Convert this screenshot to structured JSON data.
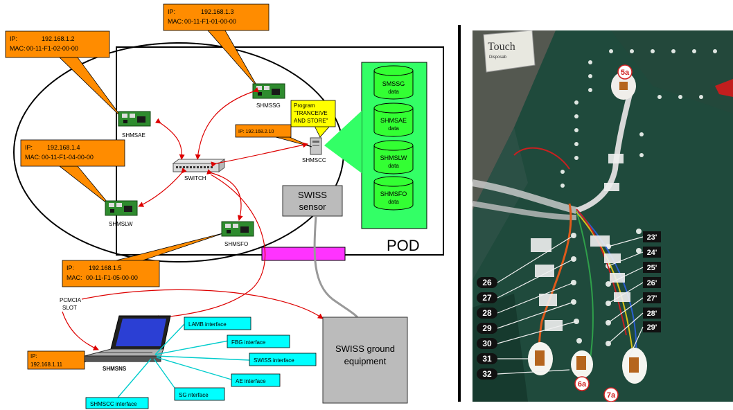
{
  "callouts": {
    "shmssg": {
      "ip_label": "IP:",
      "ip": "192.168.1.3",
      "mac_label": "MAC:",
      "mac": "00-11-F1-01-00-00"
    },
    "shmsae": {
      "ip_label": "IP:",
      "ip": "192.168.1.2",
      "mac_label": "MAC:",
      "mac": "00-11-F1-02-00-00"
    },
    "shmslw": {
      "ip_label": "IP:",
      "ip": "192.168.1.4",
      "mac_label": "MAC:",
      "mac": "00-11-F1-04-00-00"
    },
    "shmsfo": {
      "ip_label": "IP:",
      "ip": "192.168.1.5",
      "mac_label": "MAC:",
      "mac": "00-11-F1-05-00-00"
    },
    "shmscc": {
      "ip_text": "IP: 192.168.2.10"
    },
    "shmsns": {
      "ip_label": "IP:",
      "ip": "192.168.1.11"
    }
  },
  "nodes": {
    "shmssg": "SHMSSG",
    "shmsae": "SHMSAE",
    "shmslw": "SHMSLW",
    "shmsfo": "SHMSFO",
    "shmscc": "SHMSCC",
    "switch": "SWITCH",
    "shmsns": "SHMSNS"
  },
  "program_note": [
    "Program",
    "\"TRANCEIVE",
    "AND STORE\""
  ],
  "databases": [
    {
      "name": "SMSSG",
      "sub": "data"
    },
    {
      "name": "SHMSAE",
      "sub": "data"
    },
    {
      "name": "SHMSLW",
      "sub": "data"
    },
    {
      "name": "SHMSFO",
      "sub": "data"
    }
  ],
  "pod_label": "POD",
  "swiss_sensor": [
    "SWISS",
    "sensor"
  ],
  "swiss_ground": [
    "SWISS ground",
    "equipment"
  ],
  "pcmcia": [
    "PCMCIA",
    "SLOT"
  ],
  "interfaces": {
    "lamb": "LAMB interface",
    "fbg": "FBG interface",
    "swiss": "SWISS interface",
    "ae": "AE interface",
    "sg": "SG nterface",
    "shmscc": "SHMSCC interface"
  },
  "photo": {
    "brand_text": [
      "Touch",
      "Disposab"
    ],
    "left_labels": [
      "26",
      "27",
      "28",
      "29",
      "30",
      "31",
      "32"
    ],
    "right_labels": [
      "23'",
      "24'",
      "25'",
      "26'",
      "27'",
      "28'",
      "29'"
    ],
    "circle_labels": [
      "5a",
      "6a",
      "7a"
    ]
  },
  "colors": {
    "callout": "#FF8C00",
    "interface_box": "#00FFFF",
    "db_panel": "#33FF66",
    "db_cylinder": "#33FF33",
    "magenta_bar": "#FF33FF",
    "pcb_green": "#2E8B2E",
    "arrow_red": "#DD0000",
    "grey_box": "#BBBBBB"
  }
}
